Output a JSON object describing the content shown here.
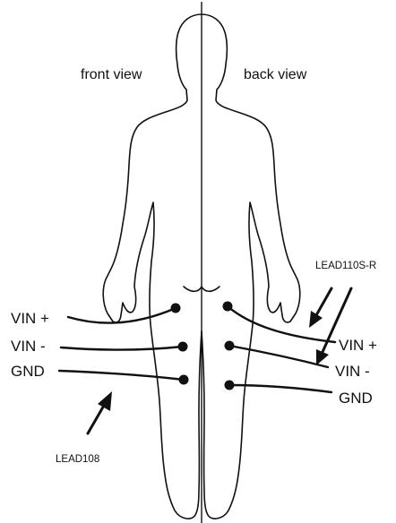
{
  "views": {
    "front": "front view",
    "back": "back view"
  },
  "front_leads": {
    "vin_plus": "VIN +",
    "vin_minus": "VIN -",
    "gnd": "GND",
    "part": "LEAD108"
  },
  "back_leads": {
    "vin_plus": "VIN +",
    "vin_minus": "VIN -",
    "gnd": "GND",
    "part": "LEAD110S-R"
  },
  "colors": {
    "ink": "#111111",
    "background": "#ffffff"
  }
}
